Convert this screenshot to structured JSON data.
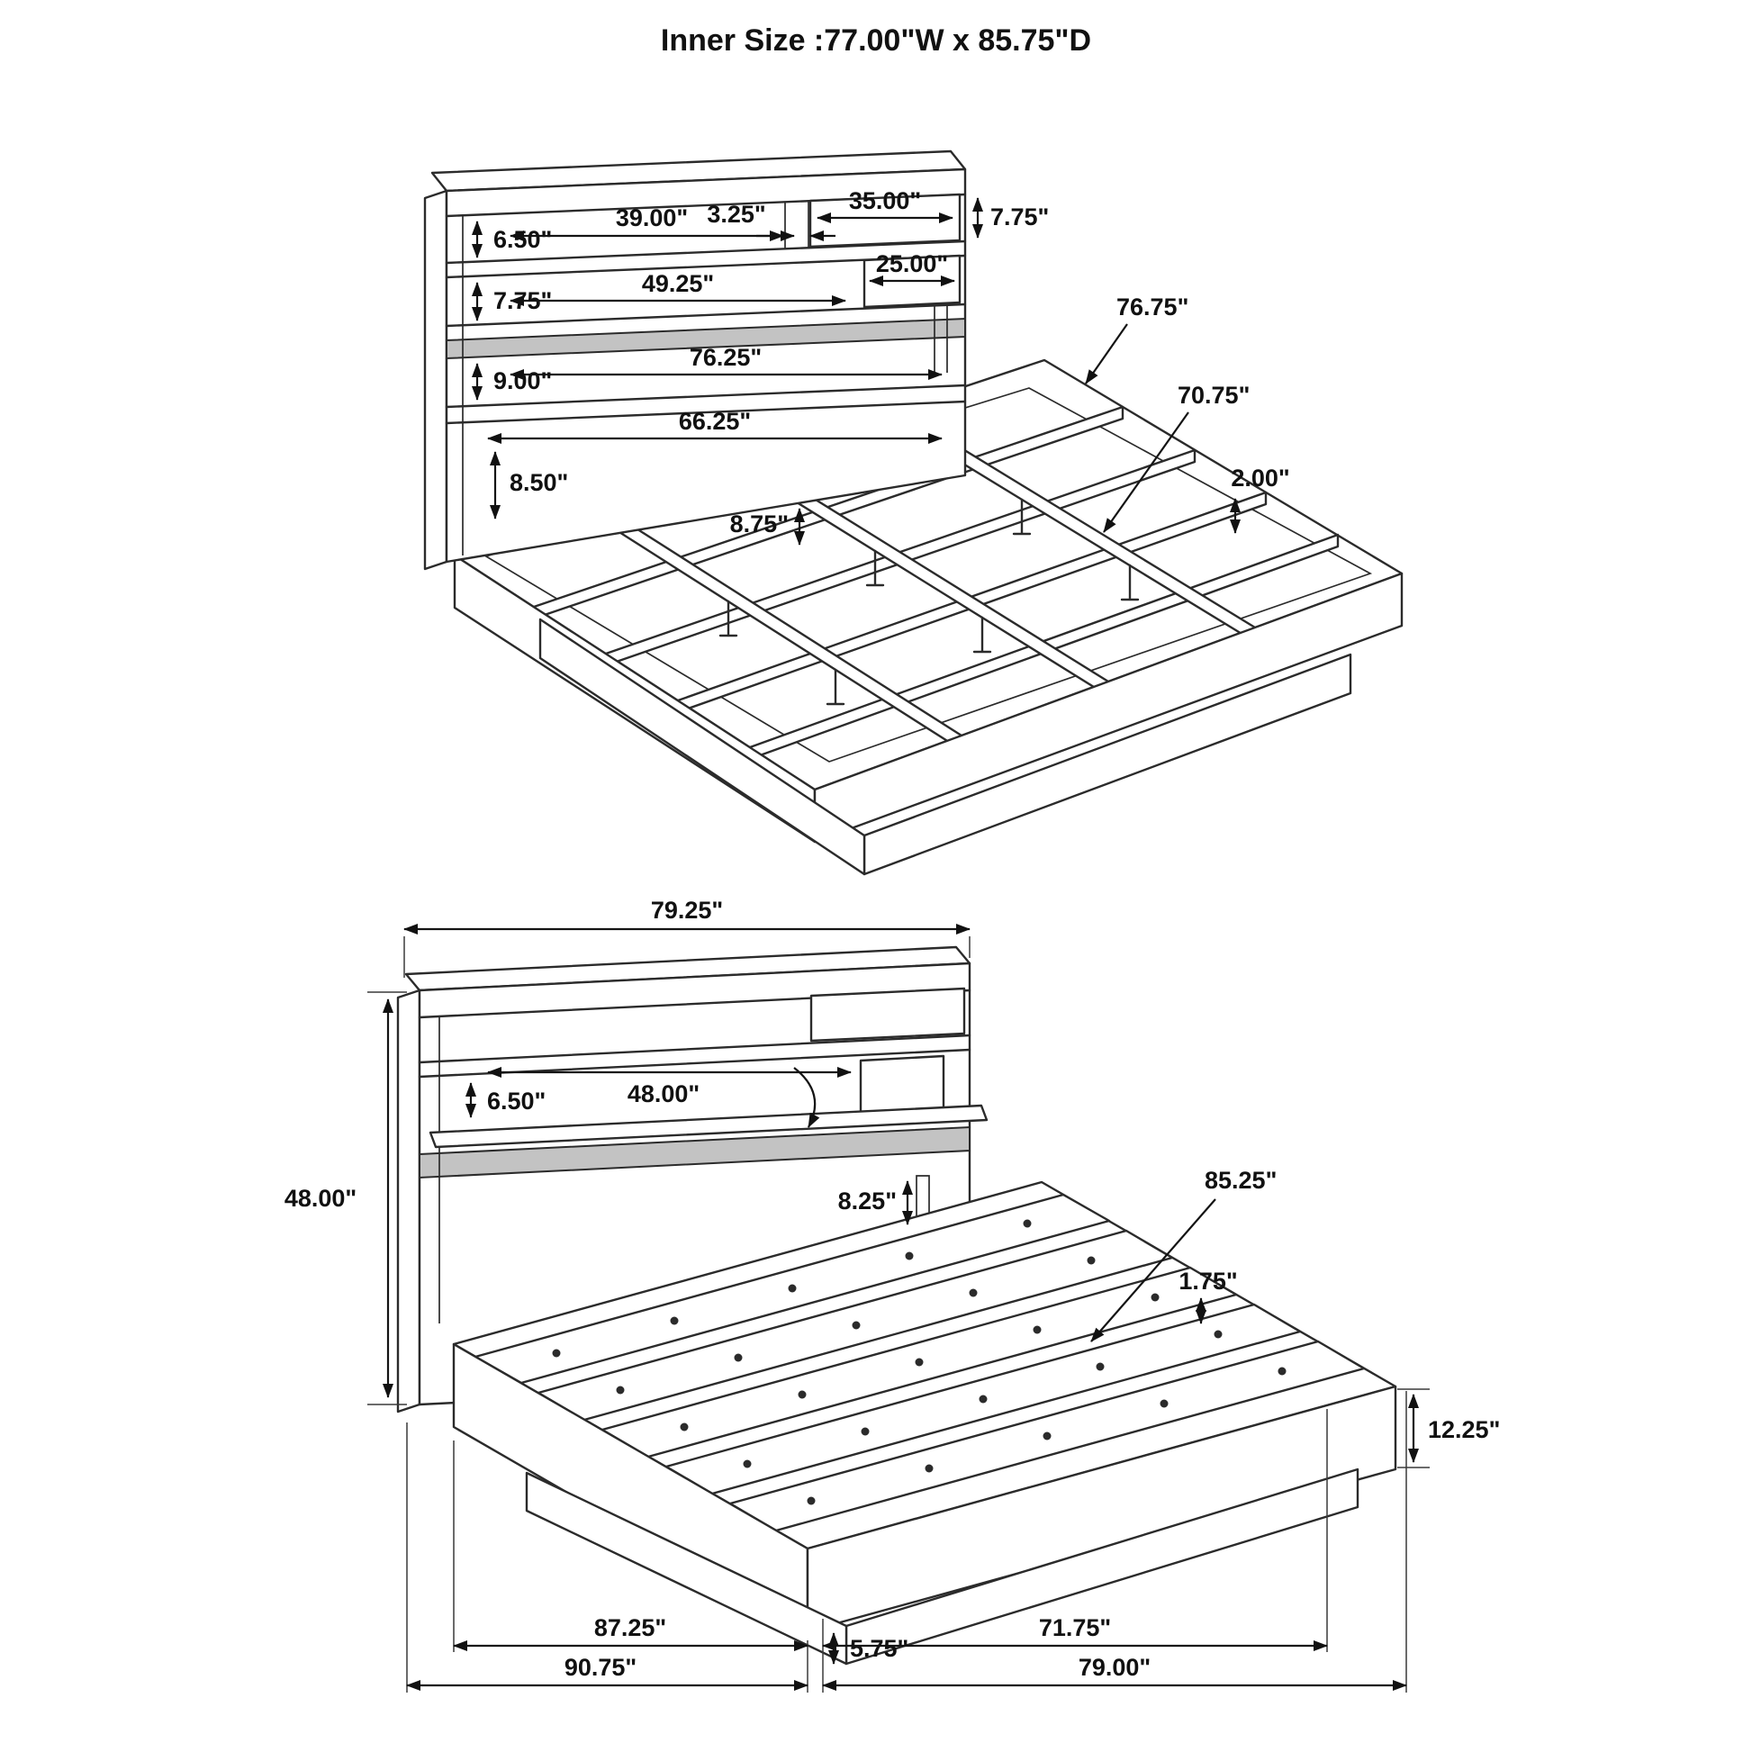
{
  "title": "Inner Size :77.00\"W x 85.75\"D",
  "top_view": {
    "shelf1_height": "6.50\"",
    "shelf1_width": "39.00\"",
    "divider_width": "3.25\"",
    "cubby_width": "35.00\"",
    "cubby_height": "7.75\"",
    "shelf2_height": "7.75\"",
    "shelf2_width": "49.25\"",
    "cubby2_width": "25.00\"",
    "shelf3_height": "9.00\"",
    "shelf3_width": "76.25\"",
    "side_rail_length": "76.75\"",
    "center_rail_length": "70.75\"",
    "base_panel_width": "66.25\"",
    "base_panel_height": "8.50\"",
    "leg_height": "8.75\"",
    "rail_thickness": "2.00\""
  },
  "bottom_view": {
    "headboard_width": "79.25\"",
    "headboard_height": "48.00\"",
    "door_height": "6.50\"",
    "door_width": "48.00\"",
    "ledge_height": "8.25\"",
    "slat_length": "85.25\"",
    "slat_thickness": "1.75\"",
    "platform_side_height": "12.25\"",
    "base_height": "5.75\"",
    "platform_depth": "87.25\"",
    "footboard_width": "71.75\"",
    "total_depth": "90.75\"",
    "total_width": "79.00\""
  }
}
